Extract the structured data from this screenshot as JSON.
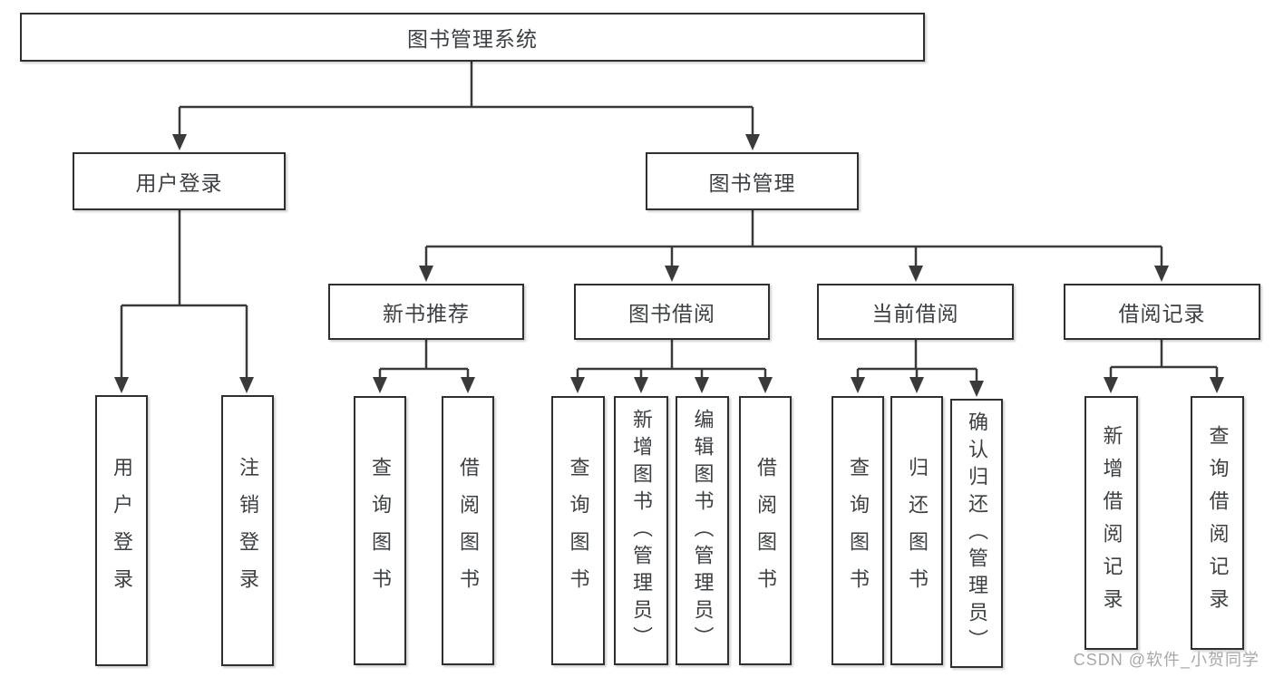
{
  "diagram": {
    "title": "图书管理系统",
    "watermark": "CSDN @软件_小贺同学",
    "colors": {
      "background": "#ffffff",
      "line": "#3a3a3a",
      "box_border": "#2f2f2f",
      "text": "#3c4043",
      "watermark_text": "#a8a8a8"
    },
    "nodes": {
      "root": "图书管理系统",
      "user_login_branch": "用户登录",
      "book_management_branch": "图书管理",
      "new_book_recommend": "新书推荐",
      "book_borrow": "图书借阅",
      "current_borrow": "当前借阅",
      "borrow_record": "借阅记录",
      "leaf_user_login": "用户登录",
      "leaf_logout": "注销登录",
      "leaf_query_book_1": "查询图书",
      "leaf_borrow_book_1": "借阅图书",
      "leaf_query_book_2": "查询图书",
      "leaf_add_book_admin": "新增图书（管理员）",
      "leaf_edit_book_admin": "编辑图书（管理员）",
      "leaf_borrow_book_2": "借阅图书",
      "leaf_query_book_3": "查询图书",
      "leaf_return_book": "归还图书",
      "leaf_confirm_return_admin": "确认归还（管理员）",
      "leaf_add_borrow_record": "新增借阅记录",
      "leaf_query_borrow_record": "查询借阅记录"
    },
    "hierarchy_note": {
      "root_children": "用户登录, 图书管理",
      "user_login_children": "用户登录, 注销登录",
      "book_management_children": "新书推荐, 图书借阅, 当前借阅, 借阅记录",
      "new_book_recommend_children": "查询图书, 借阅图书",
      "book_borrow_children": "查询图书, 新增图书（管理员）, 编辑图书（管理员）, 借阅图书",
      "current_borrow_children": "查询图书, 归还图书, 确认归还（管理员）",
      "borrow_record_children": "新增借阅记录, 查询借阅记录"
    }
  }
}
